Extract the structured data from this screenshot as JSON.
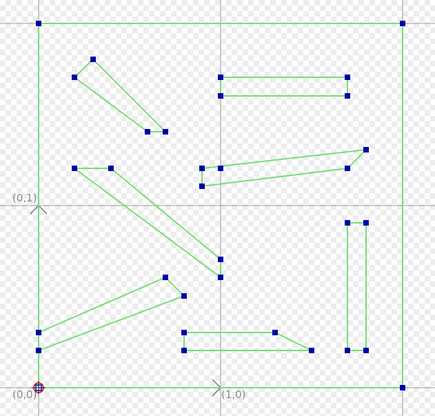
{
  "axes": {
    "origin_label": "(0,0)",
    "x_unit_label": "(1,0)",
    "y_unit_label": "(0,1)"
  },
  "colors": {
    "grid_line": "#9a9a9a",
    "grid_line_light": "#cfcfcf",
    "outline": "#77dd77",
    "handle": "#0000aa",
    "origin_marker": "#cc0000"
  },
  "icons": {
    "origin": "crosshair-circle-icon",
    "handle": "square-handle-icon"
  },
  "shape_count": 8
}
